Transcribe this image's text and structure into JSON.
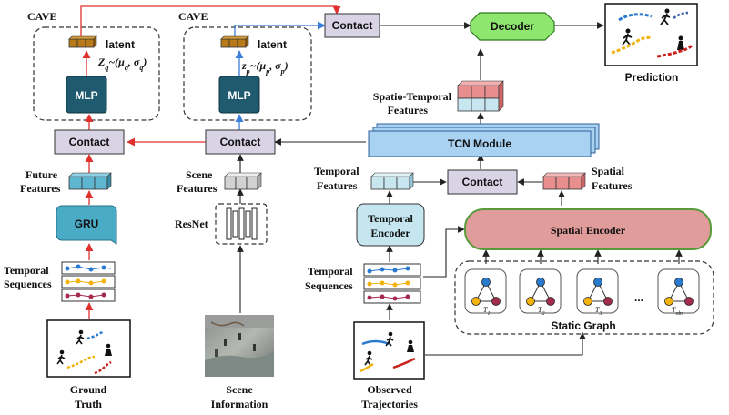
{
  "labels": {
    "cave_left": "CAVE",
    "cave_right": "CAVE",
    "latent_left": "latent",
    "latent_right": "latent",
    "zq": "Z",
    "zq_sub": "q",
    "zq_rest": "~(μ",
    "zq_sub2": "q",
    "zq_rest2": ", σ",
    "zq_sub3": "q",
    "zq_end": ")",
    "zp": "z",
    "zp_sub": "p",
    "zp_rest": "~(μ",
    "zp_sub2": "p",
    "zp_rest2": ", σ",
    "zp_sub3": "p",
    "zp_end": ")",
    "mlp_left": "MLP",
    "mlp_right": "MLP",
    "contact_top": "Contact",
    "contact_left": "Contact",
    "contact_mid": "Contact",
    "contact_right": "Contact",
    "decoder": "Decoder",
    "prediction": "Prediction",
    "st_features_1": "Spatio-Temporal",
    "st_features_2": "Features",
    "tcn": "TCN Module",
    "future_features_1": "Future",
    "future_features_2": "Features",
    "gru": "GRU",
    "scene_features_1": "Scene",
    "scene_features_2": "Features",
    "resnet": "ResNet",
    "temporal_features_1": "Temporal",
    "temporal_features_2": "Features",
    "spatial_features_1": "Spatial",
    "spatial_features_2": "Features",
    "temporal_encoder_1": "Temporal",
    "temporal_encoder_2": "Encoder",
    "spatial_encoder": "Spatial Encoder",
    "temporal_seq_left_1": "Temporal",
    "temporal_seq_left_2": "Sequences",
    "temporal_seq_mid_1": "Temporal",
    "temporal_seq_mid_2": "Sequences",
    "static_graph": "Static Graph",
    "t1": "T",
    "t1_sub": "1",
    "t2": "T",
    "t2_sub": "2",
    "t3": "T",
    "t3_sub": "3",
    "tobs": "T",
    "tobs_sub": "obs",
    "ellipsis": "...",
    "ground_truth_1": "Ground",
    "ground_truth_2": "Truth",
    "scene_info_1": "Scene",
    "scene_info_2": "Information",
    "observed_1": "Observed",
    "observed_2": "Trajectories"
  },
  "colors": {
    "red_arrow": "#e0312f",
    "blue_arrow": "#3b7dd8",
    "contact_fill": "#d9d3e6",
    "mlp_fill": "#1f5a6e",
    "gru_fill": "#4aabc6",
    "decoder_fill": "#8ee66f",
    "tcn_fill": "#a8d1f2",
    "temporal_encoder_fill": "#c5e6ef",
    "spatial_encoder_fill": "#e09c9a",
    "feature_blue": "#5fb6d0",
    "feature_light_blue": "#c8e6ef",
    "feature_red": "#e88e8e",
    "feature_gray": "#d2d2d2",
    "latent_orange": "#b87a19"
  }
}
